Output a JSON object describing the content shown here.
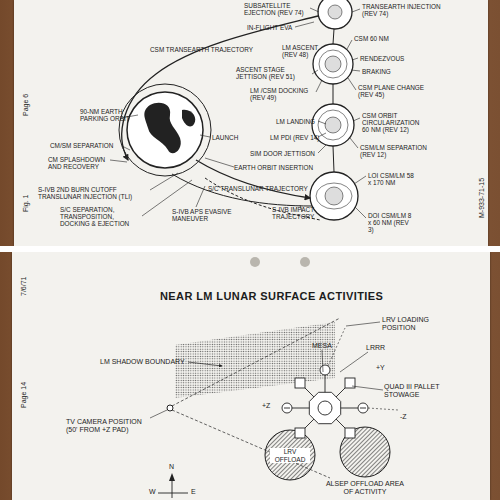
{
  "diagram": {
    "nodes": [
      {
        "text": [
          "Page 6",
          "Fig. 1",
          "M-933-71-15"
        ]
      },
      {
        "text": [
          "NEAR LM LUNAR SURFACE ACTIVITIES",
          "7/6/71",
          "Page 14"
        ]
      },
      {
        "text": [
          "LRV OFFLOAD"
        ],
        "in": 1
      },
      {
        "text": [
          "ALSEP OFFLOAD AREA OF ACTIVITY"
        ],
        "in": 1
      }
    ],
    "labels": [
      "SUBSATELLITE EJECTION (REV 74)",
      "TRANSEARTH INJECTION (REV 74)",
      "IN-FLIGHT EVA",
      "CSM 60 NM",
      "CSM TRANSEARTH TRAJECTORY",
      "LM ASCENT (REV 48)",
      "RENDEZVOUS",
      "ASCENT STAGE JETTISON (REV 51)",
      "BRAKING",
      "LM /CSM DOCKING (REV 49)",
      "CSM PLANE CHANGE (REV 45)",
      "90-NM EARTH PARKING ORBIT",
      "CM/SM SEPARATION",
      "LAUNCH",
      "LM LANDING",
      "CSM ORBIT CIRCULARIZATION 60 NM (REV 12)",
      "LM PDI (REV 14)",
      "SIM DOOR JETTISON",
      "CSM/LM SEPARATION (REV 12)",
      "CM SPLASHDOWN AND RECOVERY",
      "EARTH ORBIT INSERTION",
      "LOI CSM/LM 58 x 170 NM",
      "S/C TRANSLUNAR TRAJECTORY",
      "S-IVB 2ND BURN CUTOFF TRANSLUNAR INJECTION (TLI)",
      "S/C SEPARATION, TRANSPOSITION, DOCKING & EJECTION",
      "S-IVB APS EVASIVE MANEUVER",
      "S-IVB IMPACT TRAJECTORY",
      "DOI CSM/LM 8 x 60 NM (REV 3)",
      "LM SHADOW BOUNDARY",
      "LRV LOADING POSITION",
      "MESA",
      "LRRR",
      "+Y",
      "QUAD III PALLET STOWAGE",
      "+Z",
      "-Z",
      "TV CAMERA POSITION (50' FROM +Z PAD)",
      "N",
      "W",
      "E"
    ]
  }
}
